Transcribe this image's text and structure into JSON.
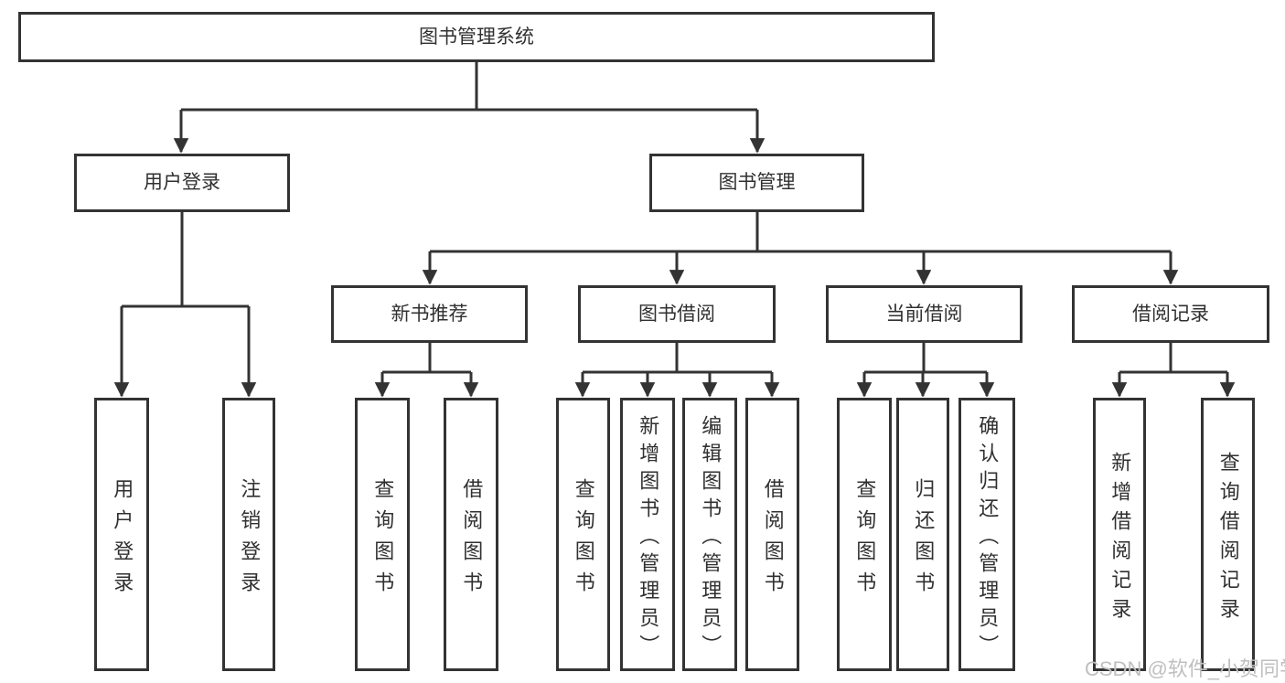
{
  "title": "图书管理系统",
  "watermark": "CSDN @软件_小贺同学",
  "colors": {
    "line": "#333333",
    "box-border": "#333333",
    "text": "#303030",
    "watermark": "#bfbfbf",
    "background": "#ffffff"
  },
  "branches": [
    {
      "label": "用户登录",
      "children": [
        {
          "label": "用户登录"
        },
        {
          "label": "注销登录"
        }
      ]
    },
    {
      "label": "图书管理",
      "children": [
        {
          "label": "新书推荐",
          "children": [
            {
              "label": "查询图书"
            },
            {
              "label": "借阅图书"
            }
          ]
        },
        {
          "label": "图书借阅",
          "children": [
            {
              "label": "查询图书"
            },
            {
              "label": "新增图书（管理员）"
            },
            {
              "label": "编辑图书（管理员）"
            },
            {
              "label": "借阅图书"
            }
          ]
        },
        {
          "label": "当前借阅",
          "children": [
            {
              "label": "查询图书"
            },
            {
              "label": "归还图书"
            },
            {
              "label": "确认归还（管理员）"
            }
          ]
        },
        {
          "label": "借阅记录",
          "children": [
            {
              "label": "新增借阅记录"
            },
            {
              "label": "查询借阅记录"
            }
          ]
        }
      ]
    }
  ]
}
